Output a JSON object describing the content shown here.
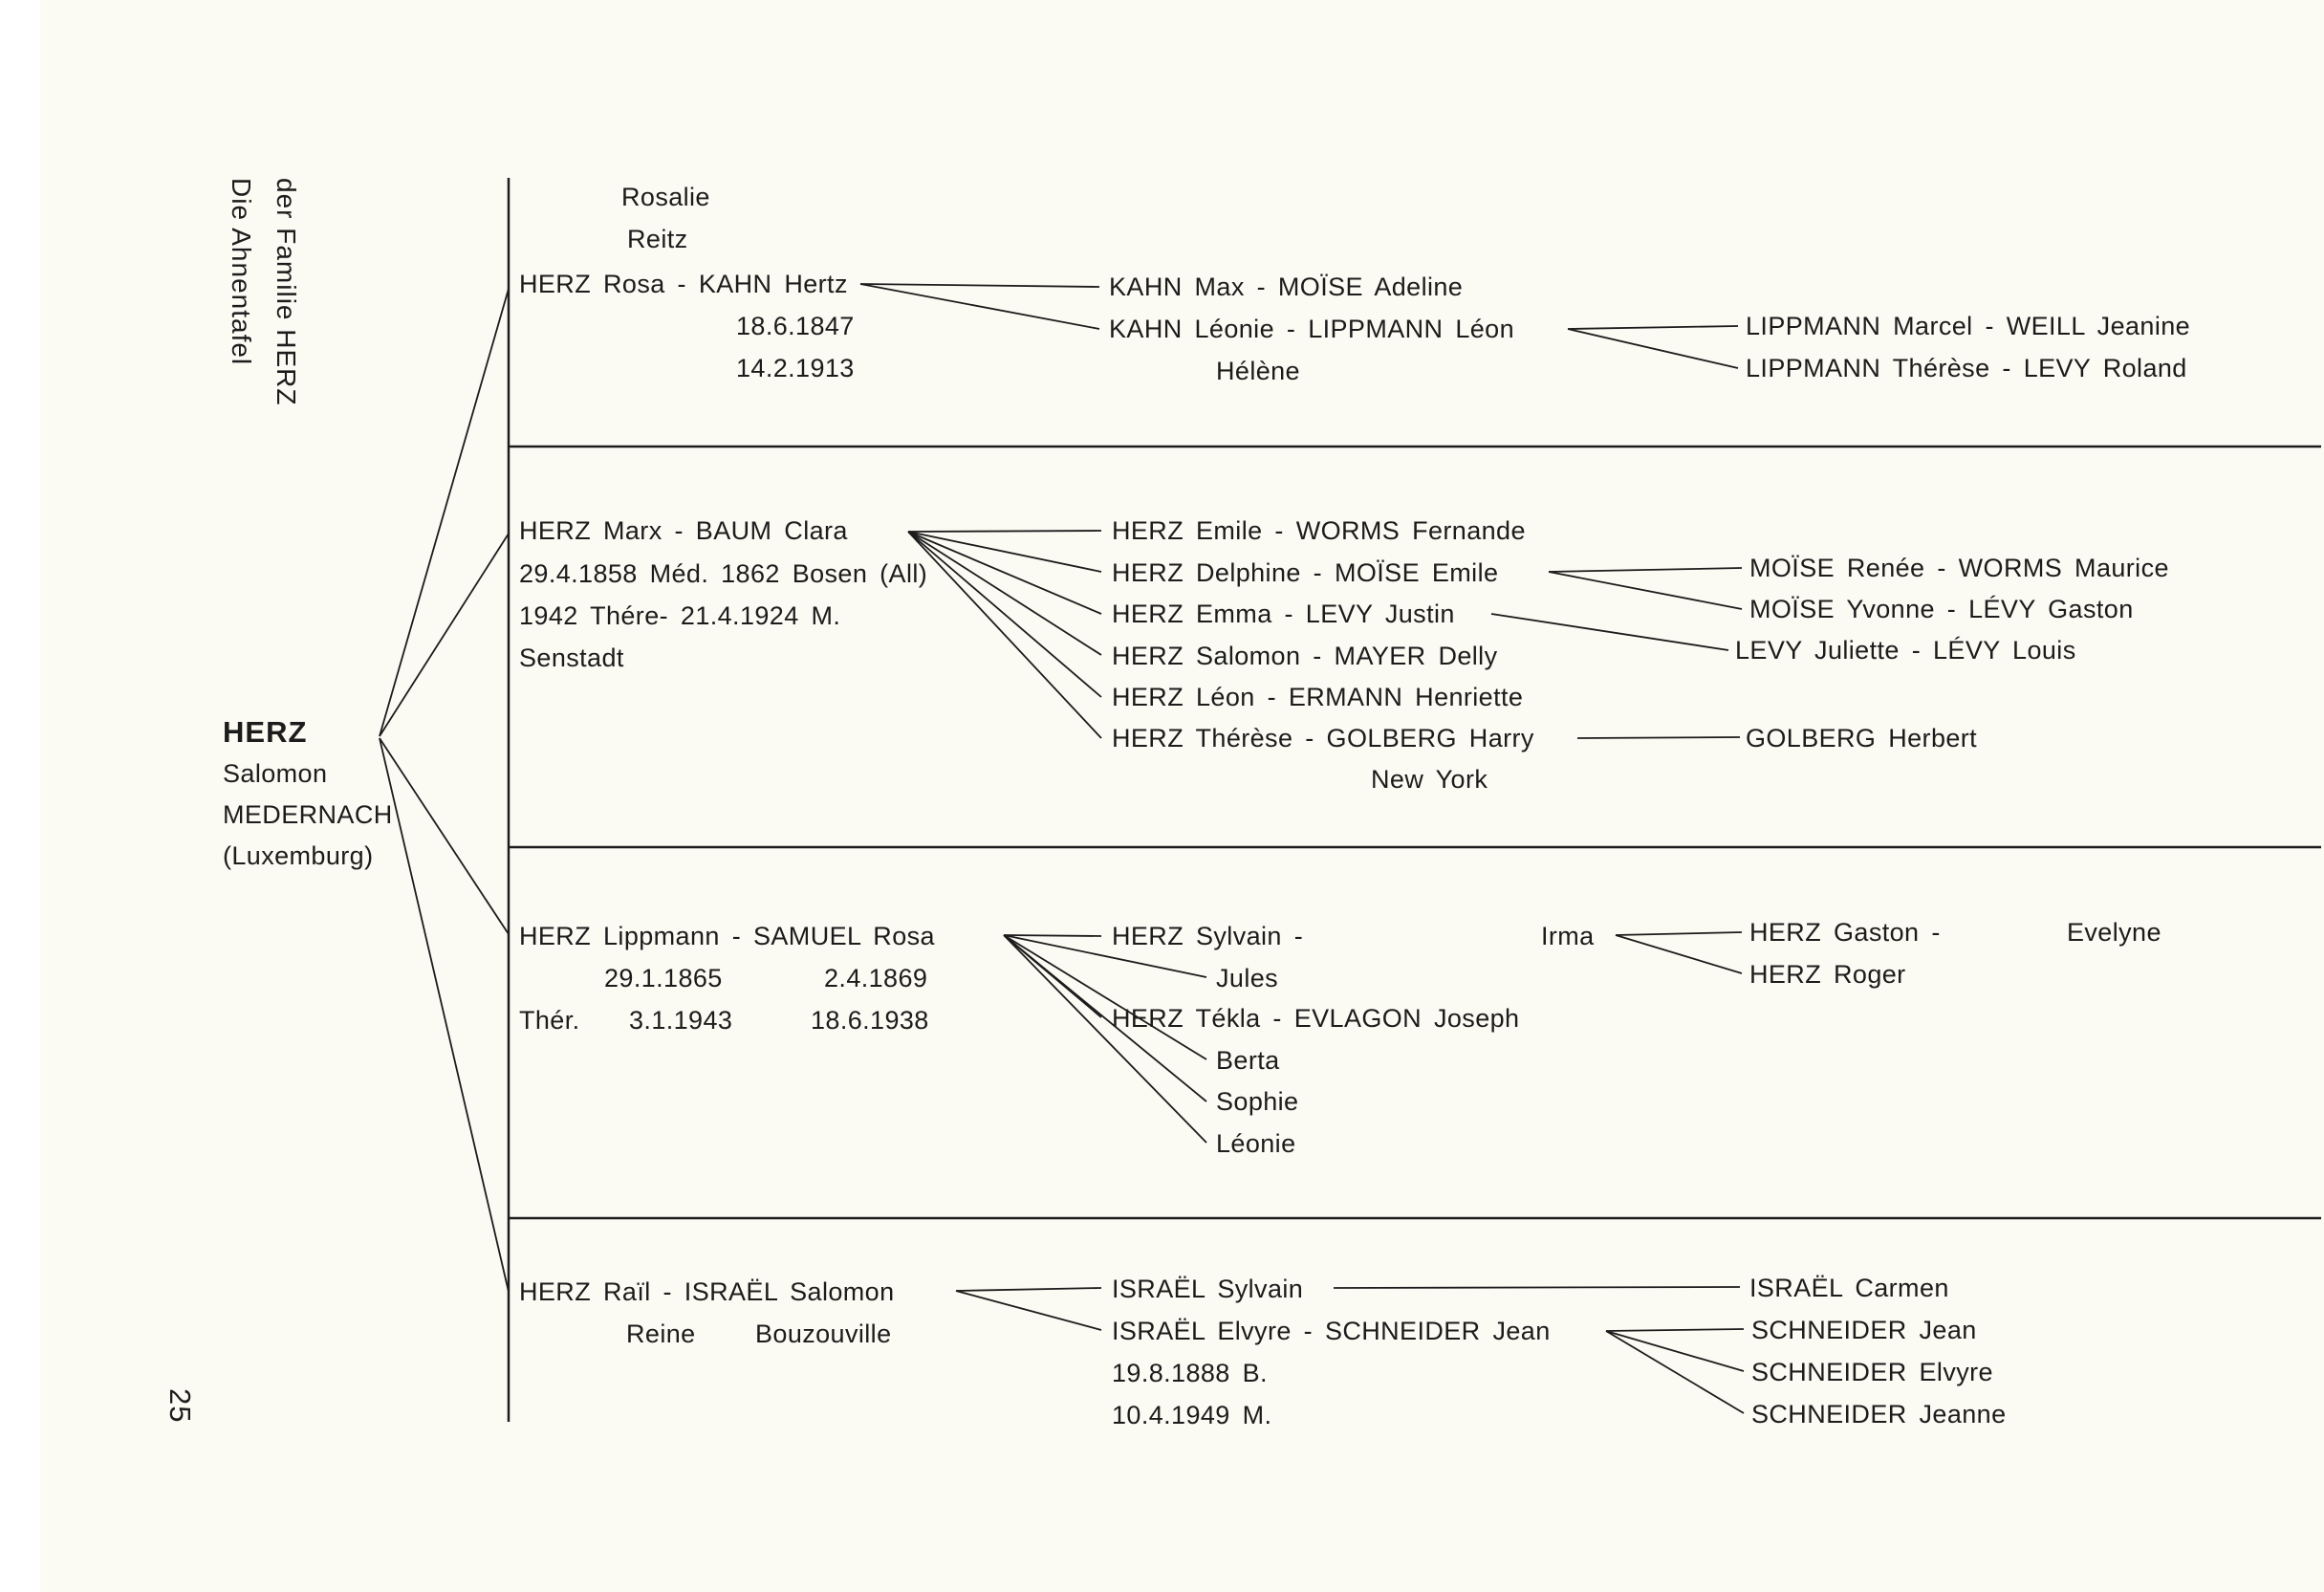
{
  "page": {
    "caption_line1": "Die Ahnentafel",
    "caption_line2": "der Familie HERZ",
    "number": "25"
  },
  "root": {
    "surname": "HERZ",
    "given": "Salomon",
    "town": "MEDERNACH",
    "country": "(Luxemburg)"
  },
  "b1": {
    "mother_given": "Rosalie",
    "mother_surname": "Reitz",
    "couple": "HERZ Rosa - KAHN Hertz",
    "birth": "18.6.1847",
    "death": "14.2.1913",
    "c1": "KAHN Max - MOÏSE Adeline",
    "c2": "KAHN Léonie - LIPPMANN Léon",
    "c2_note": "Hélène",
    "g1": "LIPPMANN Marcel - WEILL Jeanine",
    "g2": "LIPPMANN Thérèse - LEVY Roland"
  },
  "b2": {
    "couple": "HERZ Marx - BAUM Clara",
    "info1": "29.4.1858 Méd. 1862 Bosen (All)",
    "info2": "1942 Thére- 21.4.1924 M.",
    "info3": "Senstadt",
    "c1": "HERZ Emile - WORMS Fernande",
    "c2": "HERZ Delphine - MOÏSE Emile",
    "c3": "HERZ Emma - LEVY Justin",
    "c4": "HERZ Salomon - MAYER Delly",
    "c5": "HERZ Léon - ERMANN Henriette",
    "c6": "HERZ Thérèse - GOLBERG Harry",
    "c6_note": "New York",
    "g1": "MOÏSE Renée - WORMS Maurice",
    "g2": "MOÏSE Yvonne - LÉVY Gaston",
    "g3": "LEVY Juliette - LÉVY Louis",
    "g4": "GOLBERG Herbert"
  },
  "b3": {
    "couple": "HERZ Lippmann - SAMUEL Rosa",
    "birth1": "29.1.1865",
    "birth2": "2.4.1869",
    "death_prefix": "Thér.",
    "death1": "3.1.1943",
    "death2": "18.6.1938",
    "c1": "HERZ Sylvain -",
    "c1_spouse": "Irma",
    "c2": "Jules",
    "c3": "HERZ Tékla - EVLAGON Joseph",
    "c4": "Berta",
    "c5": "Sophie",
    "c6": "Léonie",
    "g1": "HERZ Gaston -",
    "g1_spouse": "Evelyne",
    "g2": "HERZ Roger"
  },
  "b4": {
    "couple": "HERZ Raïl - ISRAËL Salomon",
    "wife_given": "Reine",
    "place": "Bouzouville",
    "c1": "ISRAËL Sylvain",
    "c2": "ISRAËL Elvyre - SCHNEIDER Jean",
    "c2_birth": "19.8.1888 B.",
    "c2_death": "10.4.1949 M.",
    "g1": "ISRAËL Carmen",
    "g2": "SCHNEIDER Jean",
    "g3": "SCHNEIDER Elvyre",
    "g4": "SCHNEIDER Jeanne"
  }
}
